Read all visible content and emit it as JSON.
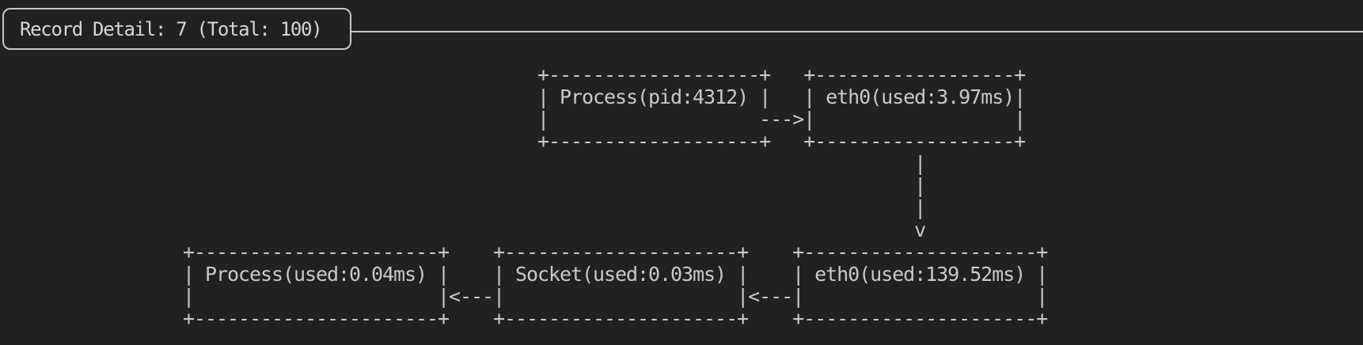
{
  "page": {
    "background": "#212121",
    "text_color": "#c9c9c9",
    "accent_color": "#d6d6d6"
  },
  "header": {
    "title": "Record Detail: 7 (Total: 100)",
    "record_index": "7",
    "record_total": "100"
  },
  "diagram": {
    "ascii": "                                +-------------------+   +------------------+\n                                | Process(pid:4312) |   | eth0(used:3.97ms)|\n                                |                   --->|                  |\n                                +-------------------+   +------------------+\n                                                                  |\n                                                                  |\n                                                                  |\n                                                                  v\n+----------------------+    +---------------------+    +---------------------+\n| Process(used:0.04ms) |    | Socket(used:0.03ms) |    | eth0(used:139.52ms) |\n|                      |<---|                     |<---|                     |\n+----------------------+    +---------------------+    +---------------------+",
    "nodes": [
      {
        "label": "Process(pid:4312)"
      },
      {
        "label": "eth0(used:3.97ms)"
      },
      {
        "label": "eth0(used:139.52ms)"
      },
      {
        "label": "Socket(used:0.03ms)"
      },
      {
        "label": "Process(used:0.04ms)"
      }
    ],
    "edges": [
      {
        "from": "Process(pid:4312)",
        "to": "eth0(used:3.97ms)",
        "glyph": "--->"
      },
      {
        "from": "eth0(used:3.97ms)",
        "to": "eth0(used:139.52ms)",
        "glyph": "v"
      },
      {
        "from": "eth0(used:139.52ms)",
        "to": "Socket(used:0.03ms)",
        "glyph": "<---"
      },
      {
        "from": "Socket(used:0.03ms)",
        "to": "Process(used:0.04ms)",
        "glyph": "<---"
      }
    ]
  }
}
